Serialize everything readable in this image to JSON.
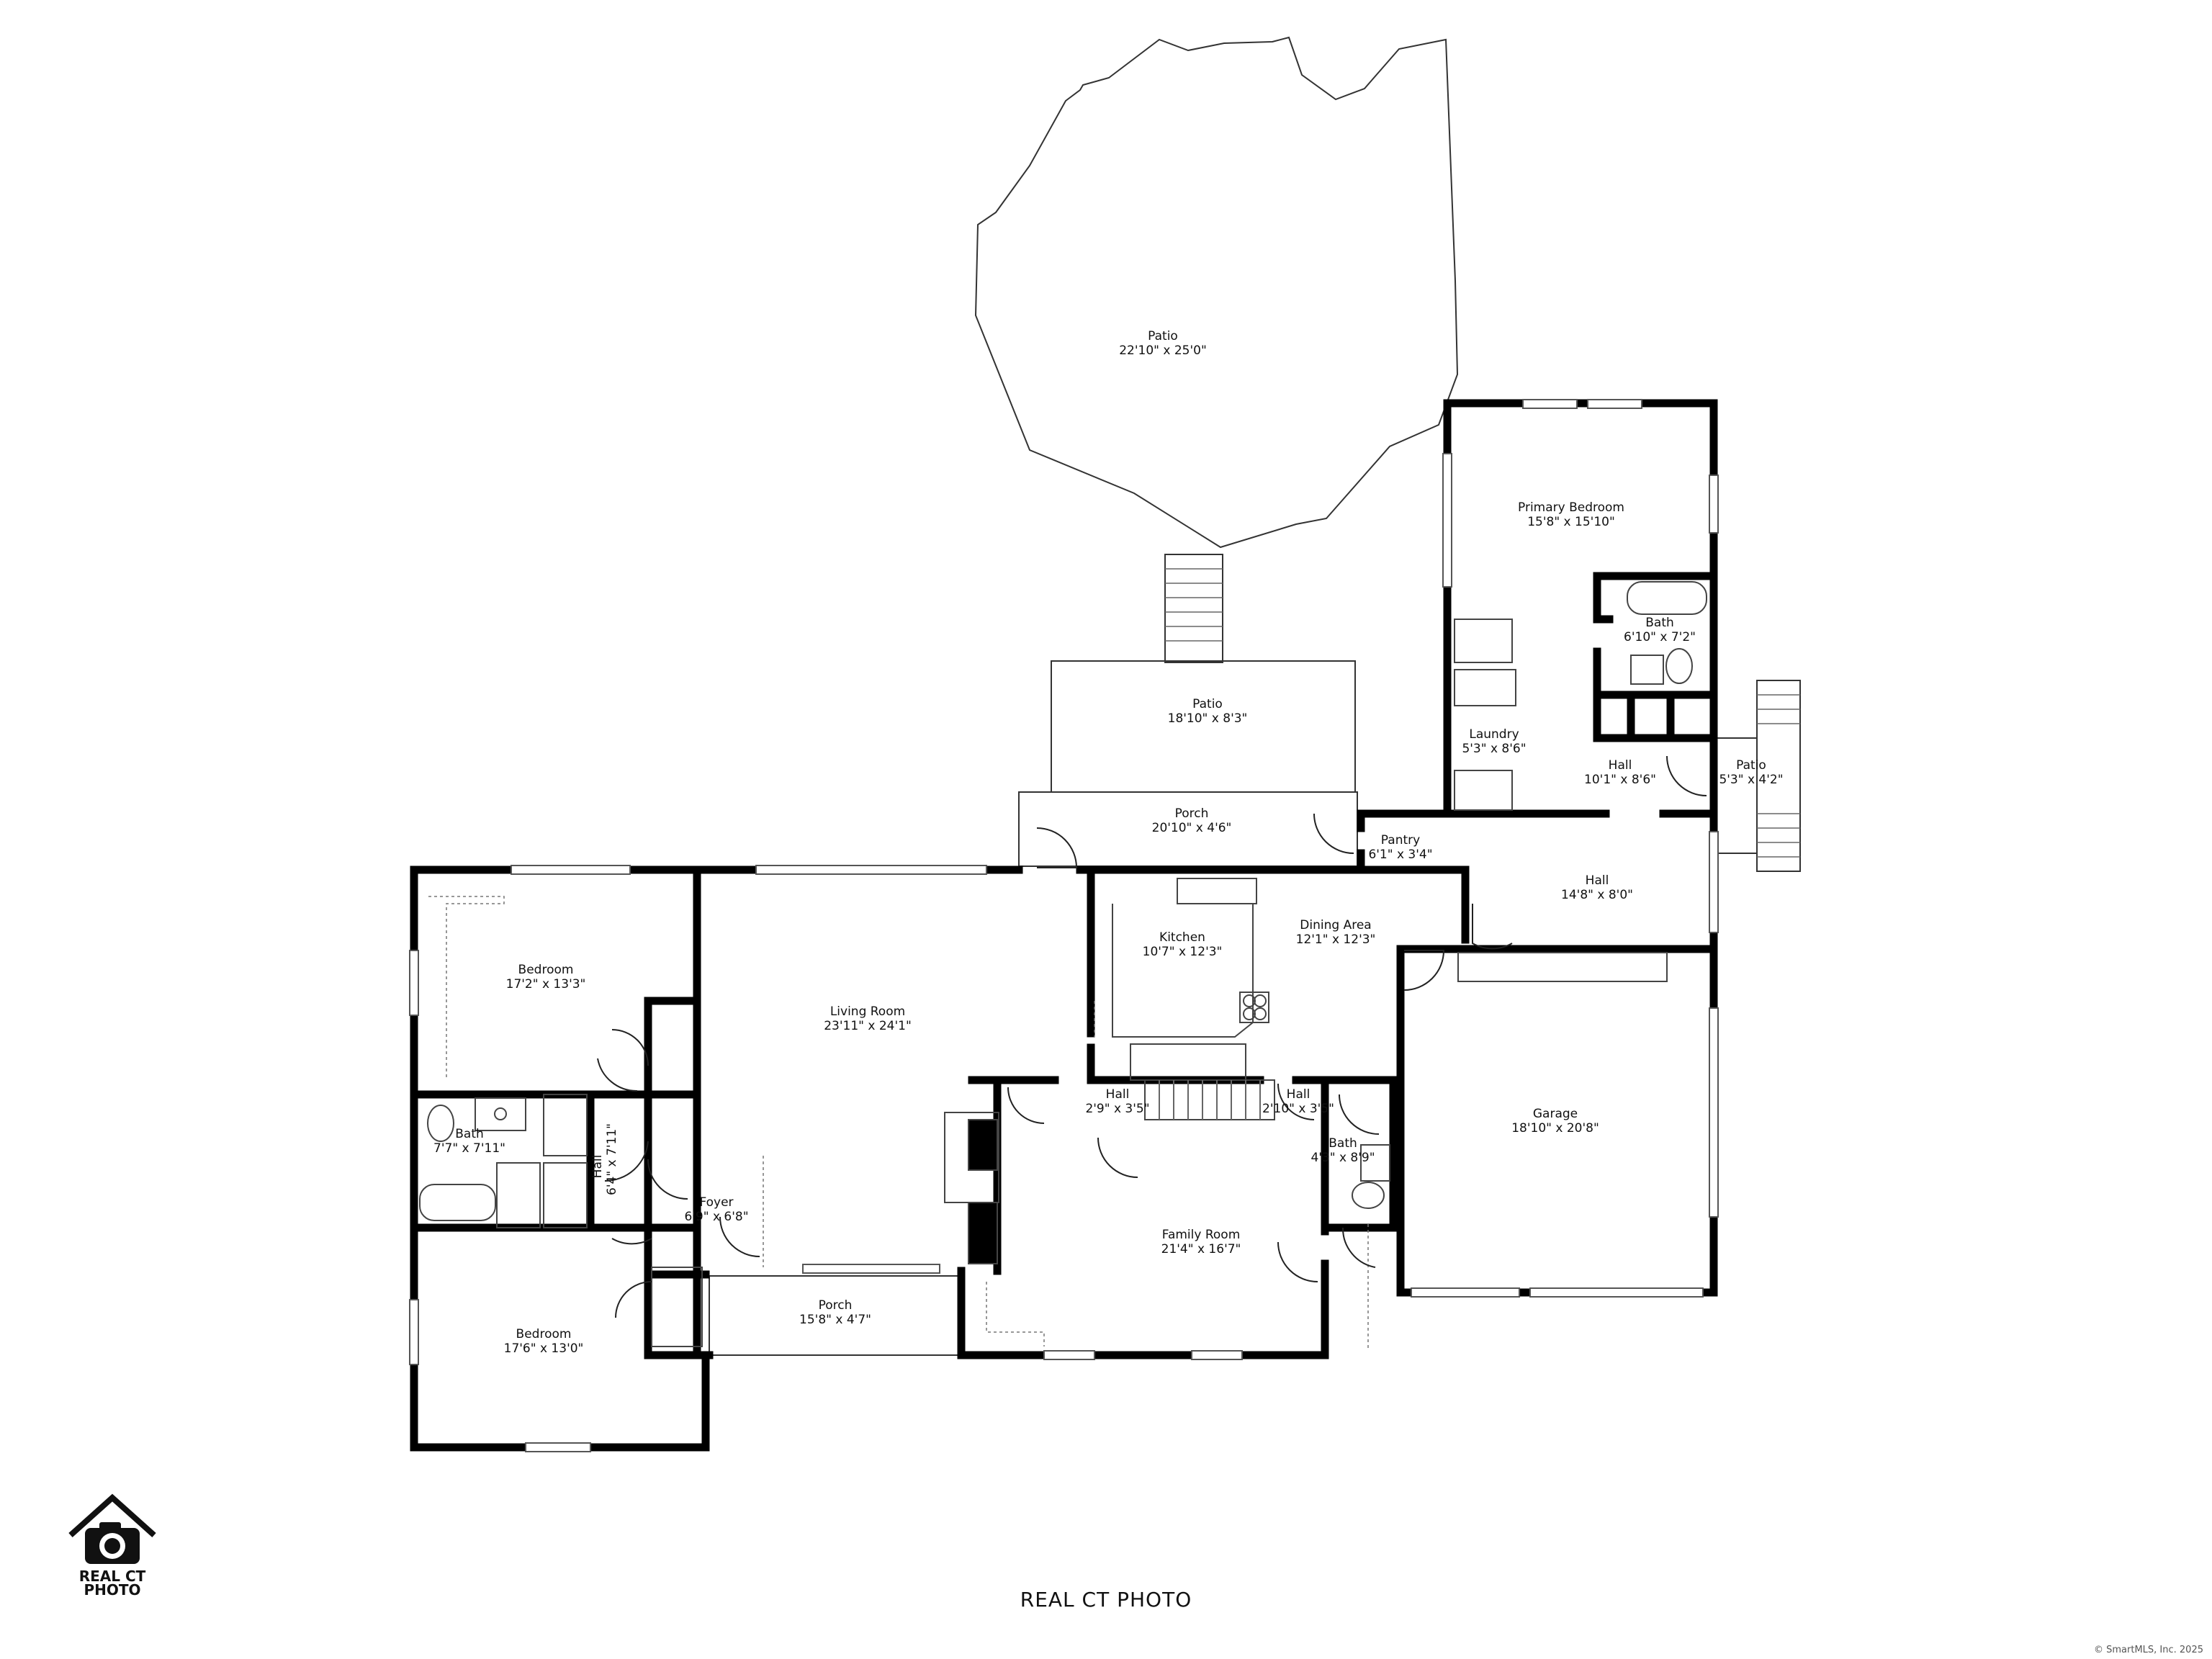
{
  "rooms": [
    {
      "id": "patio-top",
      "name": "Patio",
      "dims": "22'10\" x 25'0\""
    },
    {
      "id": "primary-bedroom",
      "name": "Primary Bedroom",
      "dims": "15'8\" x 15'10\""
    },
    {
      "id": "bath-primary",
      "name": "Bath",
      "dims": "6'10\" x 7'2\""
    },
    {
      "id": "patio-mid",
      "name": "Patio",
      "dims": "18'10\" x 8'3\""
    },
    {
      "id": "laundry",
      "name": "Laundry",
      "dims": "5'3\" x 8'6\""
    },
    {
      "id": "hall-upper",
      "name": "Hall",
      "dims": "10'1\" x 8'6\""
    },
    {
      "id": "patio-side",
      "name": "Patio",
      "dims": "5'3\" x 4'2\""
    },
    {
      "id": "porch-rear",
      "name": "Porch",
      "dims": "20'10\" x 4'6\""
    },
    {
      "id": "pantry",
      "name": "Pantry",
      "dims": "6'1\" x 3'4\""
    },
    {
      "id": "hall-east",
      "name": "Hall",
      "dims": "14'8\" x 8'0\""
    },
    {
      "id": "dining-area",
      "name": "Dining Area",
      "dims": "12'1\" x 12'3\""
    },
    {
      "id": "kitchen",
      "name": "Kitchen",
      "dims": "10'7\" x 12'3\""
    },
    {
      "id": "bedroom-1",
      "name": "Bedroom",
      "dims": "17'2\" x 13'3\""
    },
    {
      "id": "living-room",
      "name": "Living Room",
      "dims": "23'11\" x 24'1\""
    },
    {
      "id": "garage",
      "name": "Garage",
      "dims": "18'10\" x 20'8\""
    },
    {
      "id": "hall-small-1",
      "name": "Hall",
      "dims": "2'9\" x 3'5\""
    },
    {
      "id": "hall-small-2",
      "name": "Hall",
      "dims": "2'10\" x 3'5\""
    },
    {
      "id": "bath-2",
      "name": "Bath",
      "dims": "7'7\" x 7'11\""
    },
    {
      "id": "hall-west",
      "name": "Hall",
      "dims": "6'4\" x 7'11\""
    },
    {
      "id": "bath-3",
      "name": "Bath",
      "dims": "4'3\" x 8'9\""
    },
    {
      "id": "foyer",
      "name": "Foyer",
      "dims": "6'9\" x 6'8\""
    },
    {
      "id": "family-room",
      "name": "Family Room",
      "dims": "21'4\" x 16'7\""
    },
    {
      "id": "porch-front",
      "name": "Porch",
      "dims": "15'8\" x 4'7\""
    },
    {
      "id": "bedroom-2",
      "name": "Bedroom",
      "dims": "17'6\" x 13'0\""
    }
  ],
  "caption": "REAL CT PHOTO",
  "logo": {
    "icon": "camera-house-icon",
    "line1": "REAL CT",
    "line2": "PHOTO"
  },
  "copyright": "© SmartMLS, Inc. 2025",
  "colors": {
    "wall": "#000000",
    "thin_line": "#333333",
    "background": "#ffffff"
  }
}
